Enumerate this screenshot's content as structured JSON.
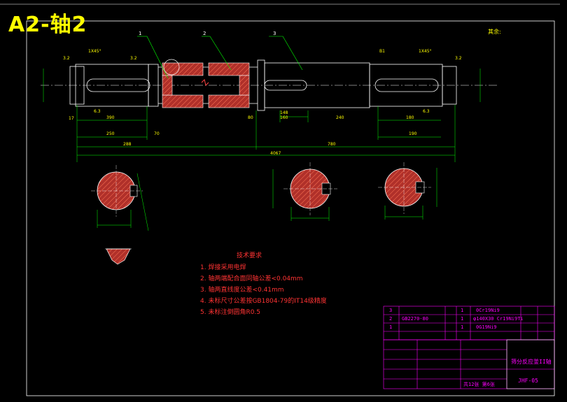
{
  "title": "A2-轴2",
  "roughness_note": "其余:",
  "notes_heading": "技术要求",
  "notes": [
    "1. 焊接采用电焊",
    "2. 轴两端配合面同轴公差<0.04mm",
    "3. 轴两直线度公差<0.41mm",
    "4. 未标尺寸公差按GB1804-79的IT14级精度",
    "5. 未标注倒圆角R0.5"
  ],
  "part_labels": [
    "1",
    "2",
    "3"
  ],
  "dimensions": {
    "d1": "390",
    "d2": "250",
    "d3": "70",
    "d4": "288",
    "d5": "4067",
    "d6": "780",
    "d7": "190",
    "d8": "180",
    "d9": "240",
    "d10": "148",
    "d11": "160",
    "d12": "80",
    "d13": "B1",
    "d14": "1X45°",
    "d15": "1X45°",
    "d16": "3.2",
    "d17": "3.2",
    "d18": "3.2",
    "d19": "6.3",
    "d20": "6.3",
    "d21": "17"
  },
  "parts_table": [
    {
      "no": "3",
      "std": "",
      "qty": "1",
      "material": "0Cr19Ni9"
    },
    {
      "no": "2",
      "std": "GB2270-80",
      "qty": "1",
      "material": "φ140X30 Cr19Ni9Ti"
    },
    {
      "no": "1",
      "std": "",
      "qty": "1",
      "material": "0G19Ni9"
    }
  ],
  "title_block": {
    "name": "筛分反应釜II轴",
    "drawing_no": "JHF-05",
    "sheet": "共12张 第6张"
  },
  "colors": {
    "outline": "#ffffff",
    "center": "#ffffff",
    "dimension": "#00ff00",
    "section_fill": "#c0392b",
    "hatch": "#ff6633",
    "leader": "#00ff00",
    "title": "#ffff00",
    "notes": "#ff3333",
    "table": "#ff00ff"
  }
}
